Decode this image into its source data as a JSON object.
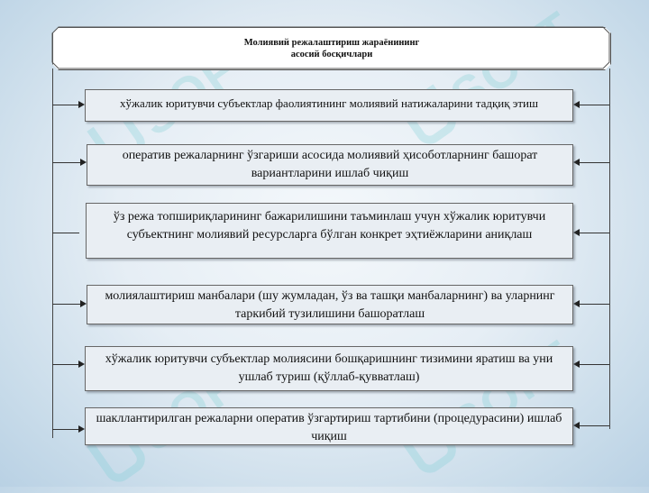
{
  "diagram": {
    "title_line1": "Молиявий режалаштириш жараёнининг",
    "title_line2": "асосий босқичлари",
    "stages": [
      "хўжалик юритувчи субъектлар фаолиятининг молиявий натижаларини тадқиқ этиш",
      "оператив режаларнинг ўзгариши асосида молиявий ҳисоботларнинг башорат вариантларини ишлаб чиқиш",
      "ўз режа топшириқларининг бажарилишини таъминлаш учун хўжалик юритувчи субъектнинг молиявий ресурсларга бўлган конкрет эҳтиёжларини аниқлаш",
      "молиялаштириш манбалари (шу жумладан, ўз ва ташқи манбаларнинг) ва уларнинг таркибий тузилишини башоратлаш",
      "хўжалик юритувчи субъектлар молиясини бошқаришнинг тизимини яратиш ва уни ушлаб туриш (қўллаб-қувватлаш)",
      "шакллантирилган режаларни оператив ўзгартириш тартибини (процедурасини) ишлаб чиқиш"
    ]
  },
  "watermark": {
    "text": "SOFT",
    "color": "#78cdd2"
  }
}
